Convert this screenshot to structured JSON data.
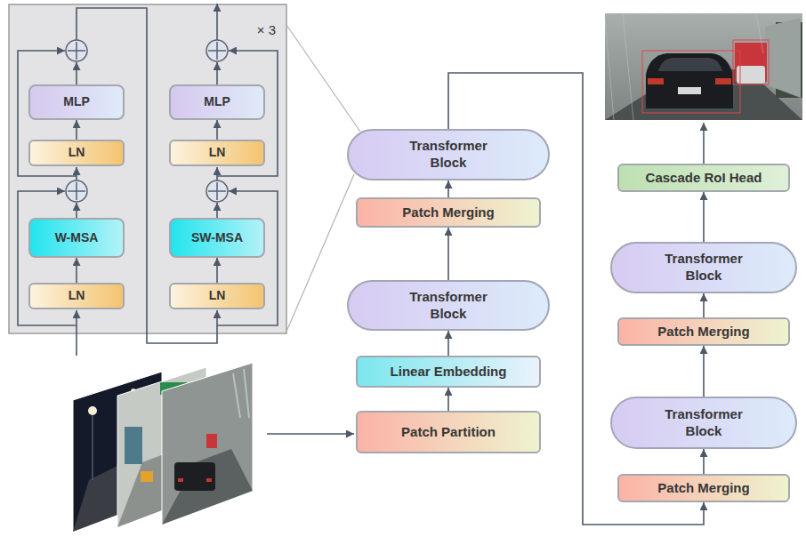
{
  "diagram": {
    "nodes": [
      {
        "text": [
          "× 3"
        ]
      },
      {
        "text": [
          "MLP"
        ],
        "in": 0
      },
      {
        "text": [
          "LN"
        ],
        "in": 0
      },
      {
        "text": [
          "W-MSA"
        ],
        "in": 0
      },
      {
        "text": [
          "LN"
        ],
        "in": 0
      },
      {
        "text": [
          "MLP"
        ],
        "in": 0
      },
      {
        "text": [
          "LN"
        ],
        "in": 0
      },
      {
        "text": [
          "SW-MSA"
        ],
        "in": 0
      },
      {
        "text": [
          "LN"
        ],
        "in": 0
      },
      {
        "text": [
          "Transformer Block"
        ]
      },
      {
        "text": [
          "Patch Merging"
        ]
      },
      {
        "text": [
          "Transformer Block"
        ]
      },
      {
        "text": [
          "Linear Embedding"
        ]
      },
      {
        "text": [
          "Patch Partition"
        ]
      },
      {
        "text": [
          "Cascade RoI Head"
        ]
      },
      {
        "text": [
          "Transformer Block"
        ]
      },
      {
        "text": [
          "Patch Merging"
        ]
      },
      {
        "text": [
          "Transformer Block"
        ]
      },
      {
        "text": [
          "Patch Merging"
        ]
      }
    ],
    "edges": [
      {
        "from": 4,
        "to": 3,
        "arrow": "to"
      },
      {
        "from": 2,
        "to": 1,
        "arrow": "to"
      },
      {
        "from": 8,
        "to": 7,
        "arrow": "to"
      },
      {
        "from": 6,
        "to": 5,
        "arrow": "to"
      },
      {
        "from": 13,
        "to": 12,
        "arrow": "to"
      },
      {
        "from": 12,
        "to": 11,
        "arrow": "to"
      },
      {
        "from": 11,
        "to": 10,
        "arrow": "to"
      },
      {
        "from": 10,
        "to": 9,
        "arrow": "to"
      },
      {
        "from": 9,
        "to": 18,
        "arrow": "to"
      },
      {
        "from": 18,
        "to": 17,
        "arrow": "to"
      },
      {
        "from": 17,
        "to": 16,
        "arrow": "to"
      },
      {
        "from": 16,
        "to": 15,
        "arrow": "to"
      },
      {
        "from": 15,
        "to": 14,
        "arrow": "to"
      }
    ]
  }
}
